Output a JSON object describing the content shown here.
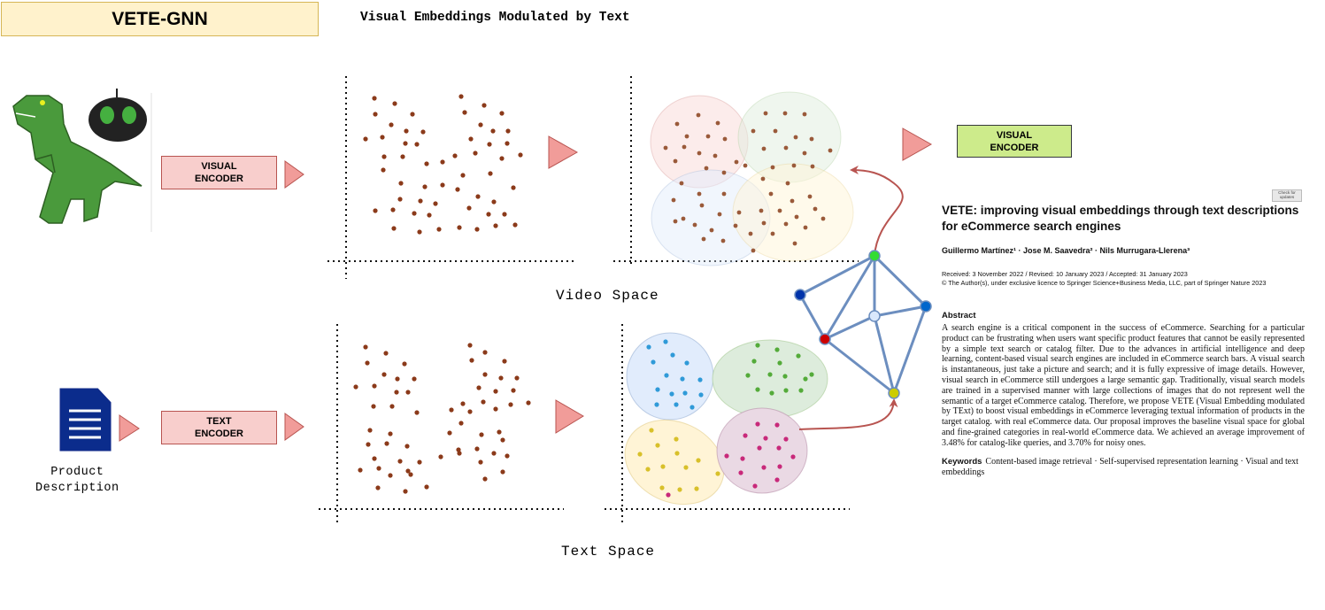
{
  "title": "VETE-GNN",
  "subtitle": "Visual Embeddings Modulated by Text",
  "encoders": {
    "visual_top": "VISUAL\nENCODER",
    "text_bottom": "TEXT\nENCODER",
    "visual_right": "VISUAL\nENCODER"
  },
  "spaces": {
    "video": "Video Space",
    "text": "Text Space"
  },
  "product_description": "Product\nDescription",
  "paper": {
    "check_updates": "Check for\nupdates",
    "title": "VETE: improving visual embeddings through text descriptions for eCommerce search engines",
    "authors": "Guillermo Martínez¹ · Jose M. Saavedra² · Nils Murrugara-Llerena³",
    "received": "Received: 3 November 2022 / Revised: 10 January 2023 / Accepted: 31 January 2023",
    "copyright": "© The Author(s), under exclusive licence to Springer Science+Business Media, LLC, part of Springer Nature 2023",
    "abstract_heading": "Abstract",
    "abstract": "A search engine is a critical component in the success of eCommerce. Searching for a particular product can be frustrating when users want specific product features that cannot be easily represented by a simple text search or catalog filter. Due to the advances in artificial intelligence and deep learning, content-based visual search engines are included in eCommerce search bars. A visual search is instantaneous, just take a picture and search; and it is fully expressive of image details. However, visual search in eCommerce still undergoes a large semantic gap. Traditionally, visual search models are trained in a supervised manner with large collections of images that do not represent well the semantic of a target eCommerce catalog. Therefore, we propose VETE (Visual Embedding modulated by TExt) to boost visual embeddings in eCommerce leveraging textual information of products in the target catalog. with real eCommerce data. Our proposal improves the baseline visual space for global and fine-grained categories in real-world eCommerce data. We achieved an average improvement of 3.48% for catalog-like queries, and 3.70% for noisy ones.",
    "keywords_label": "Keywords",
    "keywords": "Content-based image retrieval · Self-supervised representation learning · Visual and text embeddings"
  },
  "colors": {
    "encoder_fill": "#f8cecc",
    "visual_encoder_right_fill": "#cdeb8b",
    "title_fill": "#fff2cc",
    "point": "#8b3a1a",
    "graph_edge": "#6c8ebf",
    "arrow_curve": "#b85450"
  }
}
